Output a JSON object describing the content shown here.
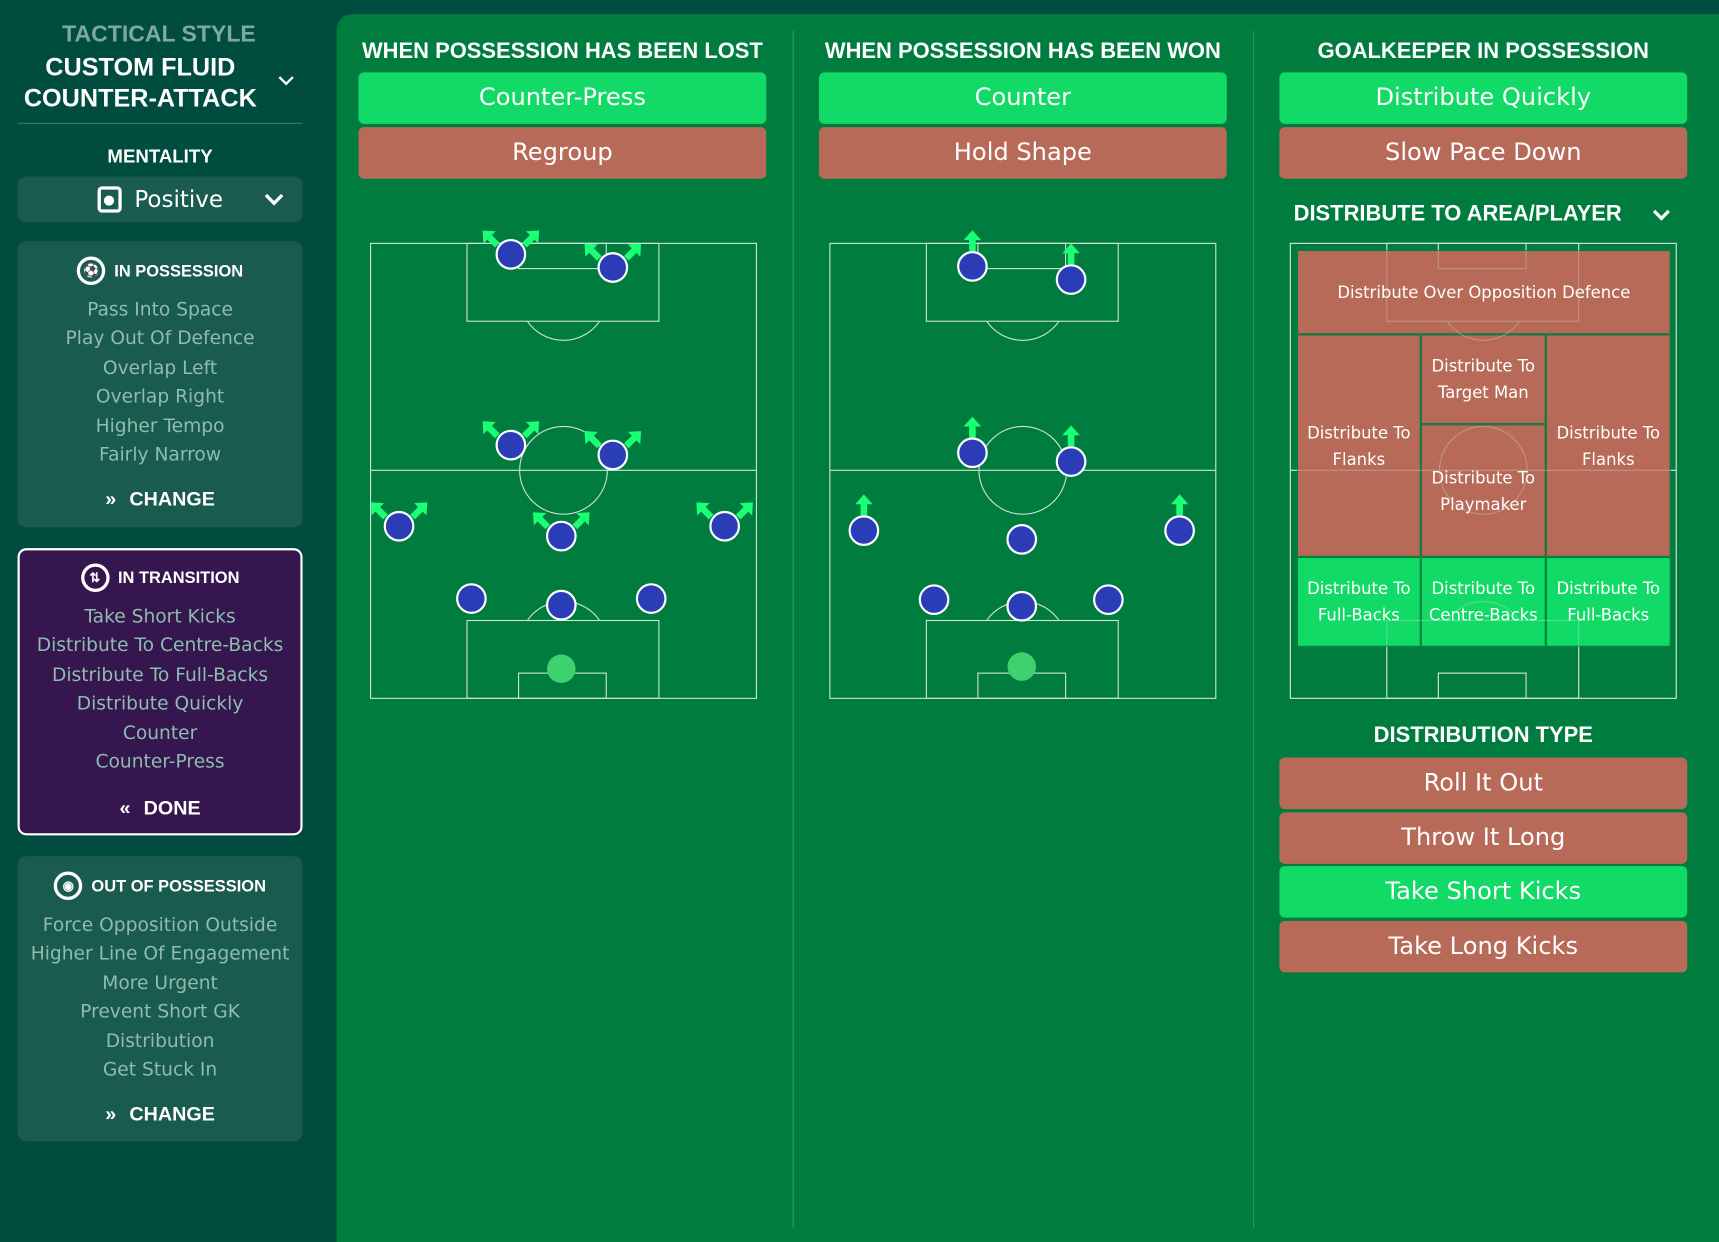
{
  "sidebar": {
    "tactical_style_label": "TACTICAL STYLE",
    "style_line1": "CUSTOM FLUID",
    "style_line2": "COUNTER-ATTACK",
    "mentality_label": "MENTALITY",
    "mentality_value": "Positive",
    "in_possession": {
      "title": "IN POSSESSION",
      "items": [
        "Pass Into Space",
        "Play Out Of Defence",
        "Overlap Left",
        "Overlap Right",
        "Higher Tempo",
        "Fairly Narrow"
      ],
      "action": "CHANGE"
    },
    "in_transition": {
      "title": "IN TRANSITION",
      "items": [
        "Take Short Kicks",
        "Distribute To Centre-Backs",
        "Distribute To Full-Backs",
        "Distribute Quickly",
        "Counter",
        "Counter-Press"
      ],
      "action": "DONE"
    },
    "out_of_possession": {
      "title": "OUT OF POSSESSION",
      "items": [
        "Force Opposition Outside",
        "Higher Line Of Engagement",
        "More Urgent",
        "Prevent Short GK",
        "Distribution",
        "Get Stuck In"
      ],
      "action": "CHANGE"
    }
  },
  "columns": {
    "lost": {
      "title": "WHEN POSSESSION HAS BEEN LOST",
      "options": [
        {
          "label": "Counter-Press",
          "selected": true
        },
        {
          "label": "Regroup",
          "selected": false
        }
      ]
    },
    "won": {
      "title": "WHEN POSSESSION HAS BEEN WON",
      "options": [
        {
          "label": "Counter",
          "selected": true
        },
        {
          "label": "Hold Shape",
          "selected": false
        }
      ]
    },
    "gk": {
      "title": "GOALKEEPER IN POSSESSION",
      "options": [
        {
          "label": "Distribute Quickly",
          "selected": true
        },
        {
          "label": "Slow Pace Down",
          "selected": false
        }
      ]
    }
  },
  "distribute_area": {
    "title": "DISTRIBUTE TO AREA/PLAYER",
    "zones": {
      "over_defence": "Distribute Over Opposition Defence",
      "flanks_left": "Distribute To Flanks",
      "target_man": "Distribute To Target Man",
      "flanks_right": "Distribute To Flanks",
      "playmaker": "Distribute To Playmaker",
      "fullbacks_left": "Distribute To Full-Backs",
      "centrebacks": "Distribute To Centre-Backs",
      "fullbacks_right": "Distribute To Full-Backs"
    }
  },
  "distribution_type": {
    "title": "DISTRIBUTION TYPE",
    "options": [
      {
        "label": "Roll It Out",
        "selected": false
      },
      {
        "label": "Throw It Long",
        "selected": false
      },
      {
        "label": "Take Short Kicks",
        "selected": true
      },
      {
        "label": "Take Long Kicks",
        "selected": false
      }
    ]
  },
  "colors": {
    "selected": "#12da66",
    "unselected": "#b76a58",
    "player": "#2b3db6",
    "gk": "#3ed26e",
    "arrow": "#1aff73"
  }
}
